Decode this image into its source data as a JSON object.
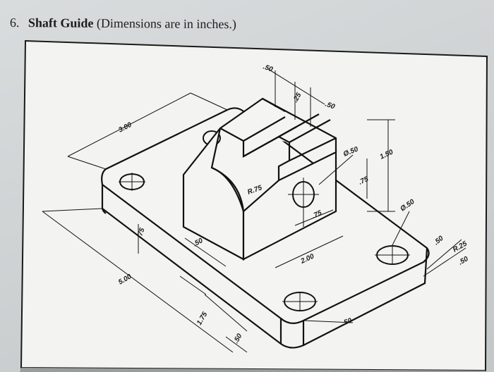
{
  "header": {
    "problem_number": "6.",
    "title": "Shaft Guide",
    "subtitle": "(Dimensions are in inches.)"
  },
  "dimensions": {
    "d_top_50": ".50",
    "d_top_25": ".25",
    "d_top_50b": ".50",
    "d_base_width": "3.00",
    "d_base_length": "5.00",
    "d_hole_dia": "Ø.50",
    "d_height": "1.50",
    "d_hole_offset": ".75",
    "d_r75": "R.75",
    "d_75": ".75",
    "d_200": "2.00",
    "d_hole_dia2": "Ø.50",
    "d_50_right": ".50",
    "d_r25": "R.25",
    "d_50_right2": ".50",
    "d_75_left": ".75",
    "d_50_left": ".50",
    "d_175": "1.75",
    "d_50_bottom": ".50",
    "d_50_bottom2": ".50"
  }
}
